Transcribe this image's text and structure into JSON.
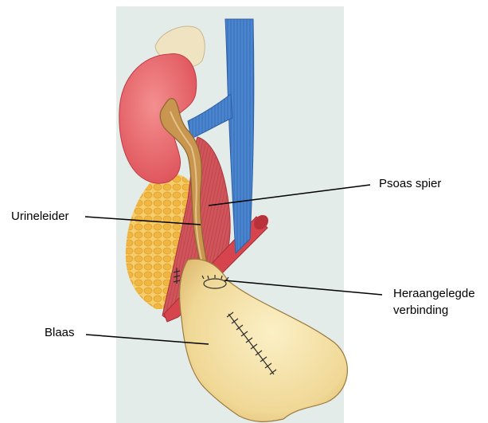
{
  "labels": {
    "urineleider": "Urineleider",
    "psoas": "Psoas spier",
    "verbinding_line1": "Heraangelegde",
    "verbinding_line2": "verbinding",
    "blaas": "Blaas"
  },
  "colors": {
    "background_panel": "#e3ece8",
    "kidney": "#e8646a",
    "vein": "#3f7ac4",
    "psoas_muscle": "#c9464c",
    "fat": "#f1bf4c",
    "ureter": "#c9964f",
    "bladder": "#f0d896",
    "adrenal": "#efe3c2",
    "suture": "#333333",
    "leader_line": "#000000"
  }
}
